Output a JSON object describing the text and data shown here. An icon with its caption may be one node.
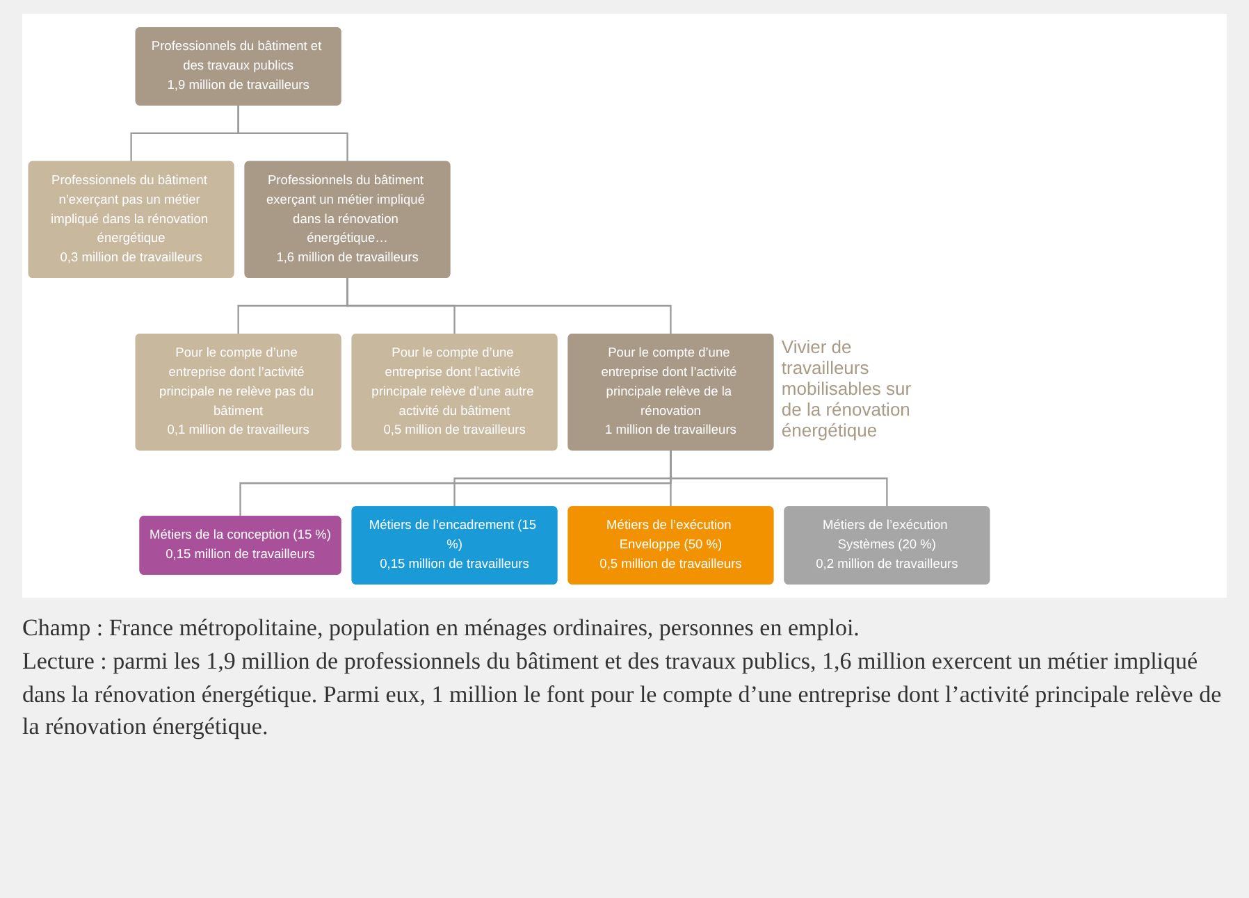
{
  "diagram": {
    "nodes": [
      {
        "text": [
          "Professionnels du bâtiment et des travaux publics",
          "1,9 million de travailleurs"
        ]
      },
      {
        "text": [
          "Professionnels du bâtiment n’exerçant pas un métier impliqué dans la rénovation énergétique",
          "0,3 million de travailleurs"
        ]
      },
      {
        "text": [
          "Professionnels du bâtiment exerçant un métier impliqué dans la rénovation énergétique…",
          "1,6 million de travailleurs"
        ]
      },
      {
        "text": [
          "Pour le compte d’une entreprise dont l’activité principale ne relève pas du bâtiment",
          "0,1 million de travailleurs"
        ]
      },
      {
        "text": [
          "Pour le compte d’une entreprise dont l’activité principale relève d’une autre activité du bâtiment",
          "0,5 million de travailleurs"
        ]
      },
      {
        "text": [
          "Pour le compte d’une entreprise dont l’activité principale relève de la rénovation",
          "1 million de travailleurs"
        ],
        "beside": [
          "Vivier de travailleurs mobilisables sur de la rénovation énergétique"
        ]
      },
      {
        "text": [
          "Métiers de la conception (15 %)",
          "0,15 million de travailleurs"
        ]
      },
      {
        "text": [
          "Métiers de l’encadrement (15 %)",
          "0,15 million de travailleurs"
        ]
      },
      {
        "text": [
          "Métiers de l’exécution Enveloppe (50 %)",
          "0,5 million de travailleurs"
        ]
      },
      {
        "text": [
          "Métiers de l’exécution Systèmes (20 %)",
          "0,2 million de travailleurs"
        ]
      }
    ],
    "edges": [
      {
        "from": 0,
        "to": 1,
        "arrow": "none"
      },
      {
        "from": 0,
        "to": 2,
        "arrow": "none"
      },
      {
        "from": 2,
        "to": 3,
        "arrow": "none"
      },
      {
        "from": 2,
        "to": 4,
        "arrow": "none"
      },
      {
        "from": 2,
        "to": 5,
        "arrow": "none"
      },
      {
        "from": 5,
        "to": 6,
        "arrow": "none"
      },
      {
        "from": 5,
        "to": 7,
        "arrow": "none"
      },
      {
        "from": 5,
        "to": 8,
        "arrow": "none"
      },
      {
        "from": 5,
        "to": 9,
        "arrow": "none"
      }
    ],
    "labels": [
      "Champ : France métropolitaine, population en ménages ordinaires, personnes en emploi.",
      "Lecture : parmi les 1,9 million de professionnels du bâtiment et des travaux publics, 1,6 million exercent un métier impliqué dans la rénovation énergétique. Parmi eux, 1 million le font pour le compte d’une entreprise dont l’activité principale relève de la rénovation énergétique."
    ]
  }
}
